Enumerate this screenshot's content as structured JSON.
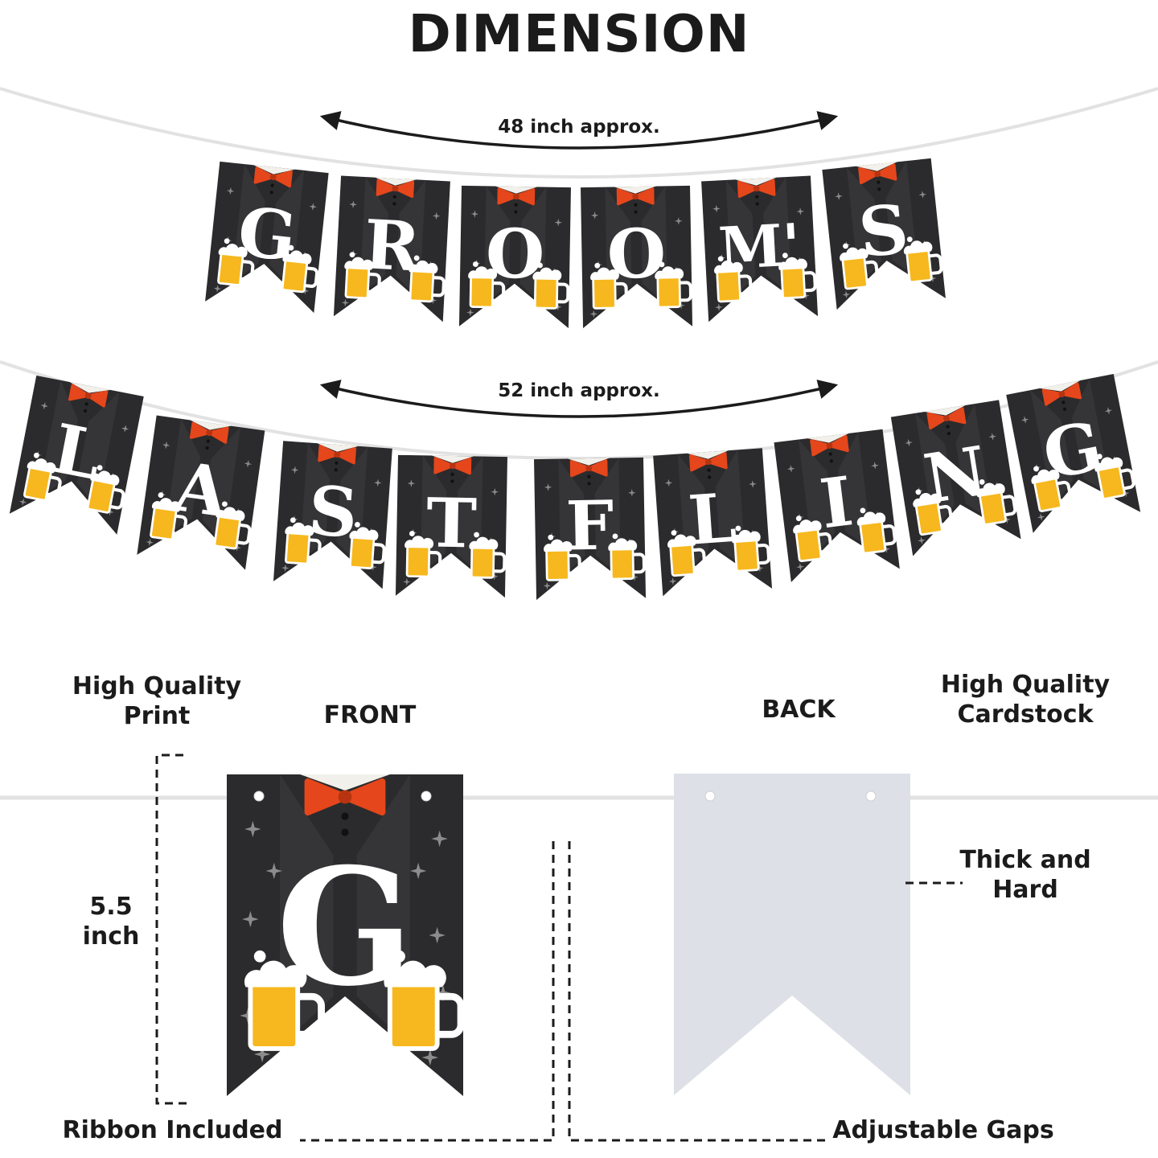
{
  "title": "DIMENSION",
  "measurements": {
    "top": "48 inch approx.",
    "bottom": "52 inch approx."
  },
  "banner_rows": [
    {
      "letters": [
        "G",
        "R",
        "O",
        "O",
        "M'",
        "S"
      ]
    },
    {
      "letters": [
        "L",
        "A",
        "S",
        "T",
        "F",
        "L",
        "I",
        "N",
        "G"
      ]
    }
  ],
  "detail": {
    "front_label": "FRONT",
    "back_label": "BACK",
    "front_letter": "G",
    "print_label_1": "High Quality",
    "print_label_2": "Print",
    "cardstock_label_1": "High Quality",
    "cardstock_label_2": "Cardstock",
    "height_label_1": "5.5",
    "height_label_2": "inch",
    "thick_label_1": "Thick and",
    "thick_label_2": "Hard",
    "ribbon_label": "Ribbon Included",
    "gaps_label": "Adjustable Gaps"
  },
  "colors": {
    "pennant": "#2b2b2d",
    "pennant_stripe": "#3a3a3d",
    "bowtie": "#e5461b",
    "collar": "#f2f0ea",
    "beer": "#f6b81e",
    "foam": "#ffffff",
    "back_card": "#dde0e6",
    "ink": "#1b1b1b"
  },
  "icons": {
    "bowtie": "bowtie-icon",
    "beer": "beer-mug-icon",
    "sparkle": "sparkle-icon",
    "arrow": "double-arrow-icon"
  }
}
